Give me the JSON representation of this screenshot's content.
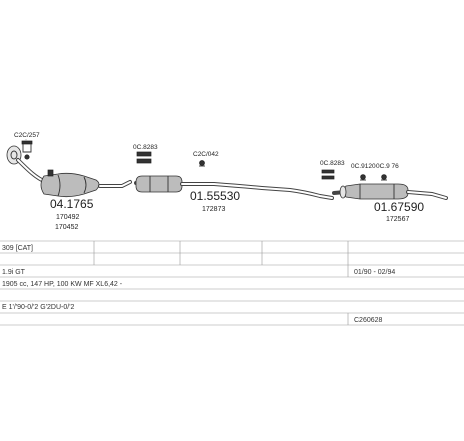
{
  "parts": {
    "clamp_left": "C2C/257",
    "clamp_mid1": "0C.8283",
    "clamp_mid2": "C2C/042",
    "clamp_r1": "0C.8283",
    "clamp_r2": "0C.9120",
    "clamp_r3": "0C.9 76",
    "code_a": "04.1765",
    "code_a_sub1": "170492",
    "code_a_sub2": "170452",
    "code_b": "01.55530",
    "code_b_sub": "172873",
    "code_c": "01.67590",
    "code_c_sub": "172567"
  },
  "table": {
    "row1_col1": "309  [CAT]",
    "row2_col1": "1.9i GT",
    "row2_col2": "01/90 - 02/94",
    "row3_col1": "1905 cc, 147 HP, 100 KW MF XL6,42 -",
    "row4_col1": "E 1'/'90-0/'2  G'2DU-0/'2",
    "row5_col2": "C260628"
  }
}
